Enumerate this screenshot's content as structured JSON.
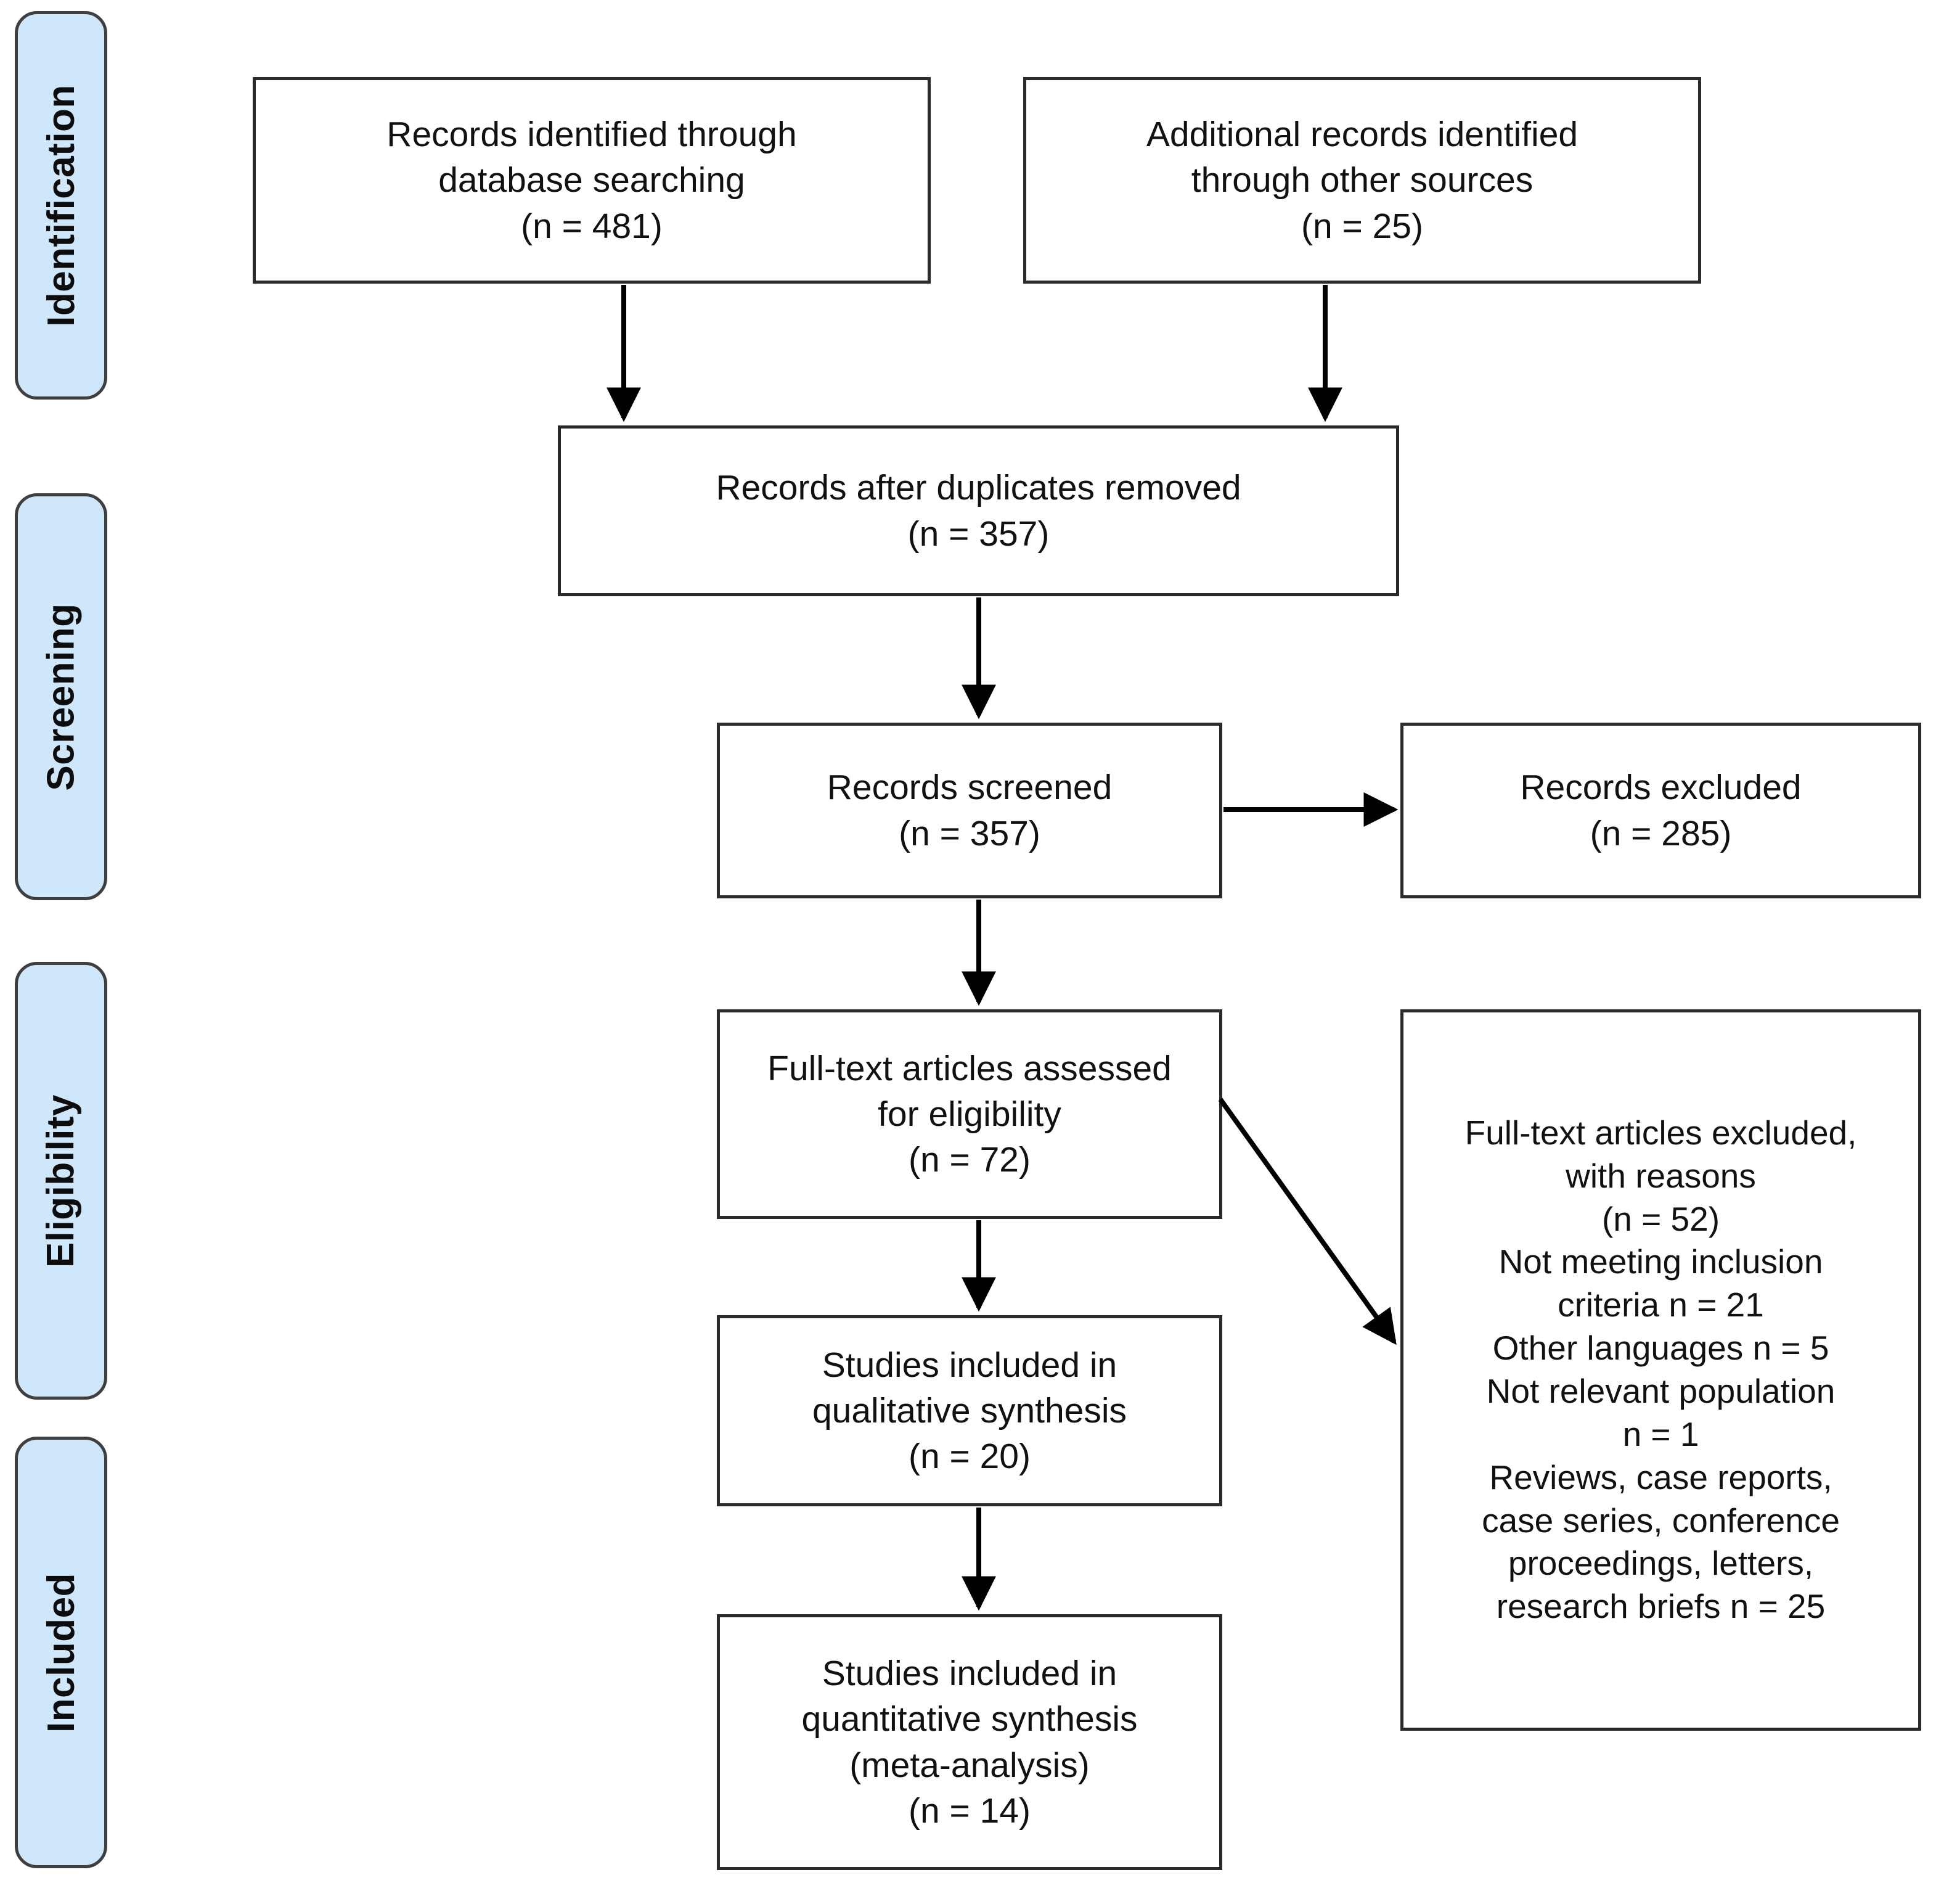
{
  "diagram": {
    "type": "prisma-flow-diagram",
    "stages": [
      {
        "id": "identification",
        "label": "Identification"
      },
      {
        "id": "screening",
        "label": "Screening"
      },
      {
        "id": "eligibility",
        "label": "Eligibility"
      },
      {
        "id": "included",
        "label": "Included"
      }
    ],
    "boxes": [
      {
        "id": "records-identified-database",
        "stage": "identification",
        "text": "Records identified through\ndatabase searching\n(n = 481)",
        "n": 481
      },
      {
        "id": "records-identified-other",
        "stage": "identification",
        "text": "Additional records identified\nthrough other sources\n(n = 25)",
        "n": 25
      },
      {
        "id": "records-after-duplicates",
        "stage": "identification",
        "text": "Records after duplicates removed\n(n = 357)",
        "n": 357
      },
      {
        "id": "records-screened",
        "stage": "screening",
        "text": "Records screened\n(n = 357)",
        "n": 357
      },
      {
        "id": "records-excluded",
        "stage": "screening",
        "text": "Records excluded\n(n = 285)",
        "n": 285
      },
      {
        "id": "fulltext-assessed",
        "stage": "eligibility",
        "text": "Full-text articles assessed\nfor eligibility\n(n = 72)",
        "n": 72
      },
      {
        "id": "fulltext-excluded",
        "stage": "eligibility",
        "text": "Full-text articles excluded,\nwith reasons\n(n = 52)\nNot meeting inclusion\ncriteria n = 21\nOther languages n = 5\nNot relevant population\nn = 1\nReviews, case reports,\ncase series, conference\nproceedings, letters,\nresearch briefs n = 25",
        "n": 52
      },
      {
        "id": "studies-qualitative",
        "stage": "included",
        "text": "Studies included in\nqualitative synthesis\n(n = 20)",
        "n": 20
      },
      {
        "id": "studies-quantitative",
        "stage": "included",
        "text": "Studies included in\nquantitative synthesis\n(meta-analysis)\n(n = 14)",
        "n": 14
      }
    ],
    "exclusion_reasons": [
      {
        "label": "Not meeting inclusion criteria",
        "n": 21
      },
      {
        "label": "Other languages",
        "n": 5
      },
      {
        "label": "Not relevant population",
        "n": 1
      },
      {
        "label": "Reviews, case reports, case series, conference proceedings, letters, research briefs",
        "n": 25
      }
    ],
    "colors": {
      "stage_tab_fill": "#cfe7fa",
      "stage_tab_border": "#3f3f3f",
      "box_border": "#2b2b2b",
      "box_fill": "#ffffff",
      "connector": "#000000",
      "text": "#111111"
    }
  }
}
